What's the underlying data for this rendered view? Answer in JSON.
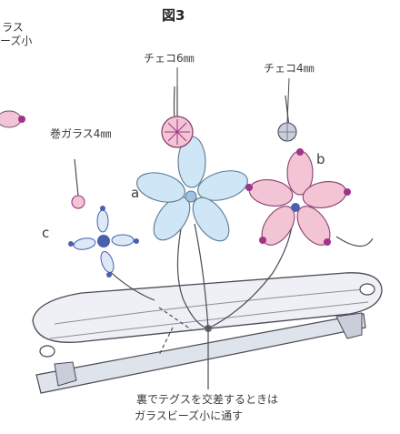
{
  "figure_title": "図3",
  "cut_label_top": [
    "ラス",
    "ーズ小"
  ],
  "labels": {
    "czech6": "チェコ6㎜",
    "czech4": "チェコ4㎜",
    "maki_glass": "巻ガラス4㎜",
    "a": "a",
    "b": "b",
    "c": "c"
  },
  "note_lines": [
    "裏でテグスを交差するときは",
    "ガラスビーズ小に通す"
  ],
  "colors": {
    "line": "#4a4a55",
    "blue_petal": "#cfe6f6",
    "pink_petal": "#f2c4d4",
    "bead_purple": "#a0338a",
    "bead_blue": "#4a5fb0",
    "clip": "#e9ecf2"
  }
}
